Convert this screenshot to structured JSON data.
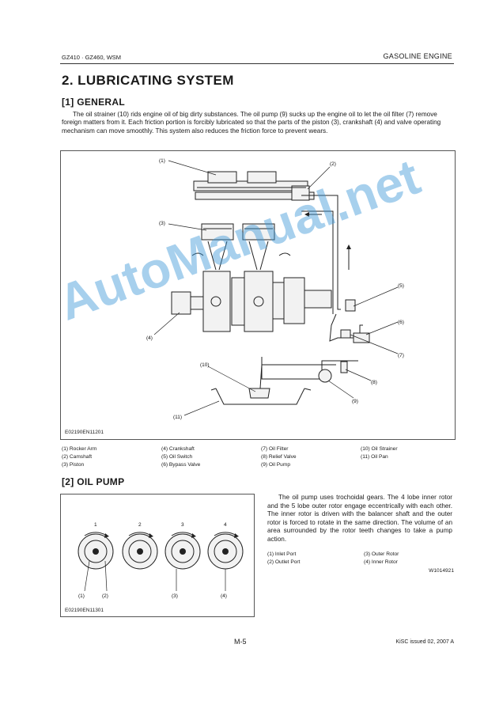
{
  "header": {
    "left": "GZ410 · GZ460, WSM",
    "right": "GASOLINE ENGINE"
  },
  "title": "2.  LUBRICATING  SYSTEM",
  "section1": {
    "heading": "[1]  GENERAL",
    "body": "The oil strainer (10) rids engine oil of big dirty substances.  The oil pump (9) sucks up the engine oil to let the oil filter (7) remove foreign matters from it.  Each friction portion is forcibly lubricated so that the parts of the piston (3), crankshaft (4) and valve operating mechanism can move smoothly.  This system also reduces the friction force to prevent wears.",
    "figure_code": "E02190EN11201",
    "callouts": [
      "(1)",
      "(2)",
      "(3)",
      "(4)",
      "(5)",
      "(6)",
      "(7)",
      "(8)",
      "(9)",
      "(10)",
      "(11)"
    ],
    "legend": [
      "(1)  Rocker Arm",
      "(2)  Camshaft",
      "(3)  Piston",
      "(4)  Crankshaft",
      "(5)  Oil Switch",
      "(6)  Bypass Valve",
      "(7)  Oil Filter",
      "(8)  Relief Valve",
      "(9)  Oil Pump",
      "(10)  Oil Strainer",
      "(11)  Oil Pan"
    ]
  },
  "section2": {
    "heading": "[2]  OIL  PUMP",
    "body": "The oil pump uses trochoidal gears.  The 4 lobe inner rotor and the 5 lobe outer rotor engage eccentrically with each other.  The inner rotor is driven with the balancer shaft and the outer rotor is forced to rotate in the same direction.  The volume of an area surrounded by the rotor teeth changes to take a pump action.",
    "figure_code": "E02190EN11301",
    "stage_numbers": [
      "1",
      "2",
      "3",
      "4"
    ],
    "callouts": [
      "(1)",
      "(2)",
      "(3)",
      "(4)"
    ],
    "legend": [
      "(1)  Inlet Port",
      "(2)  Outlet Port",
      "(3)  Outer Rotor",
      "(4)  Inner Rotor"
    ],
    "reference": "W1014921"
  },
  "footer": {
    "page": "M-5",
    "issue": "KiSC issued 02, 2007 A"
  },
  "watermark": "AutoManual.net",
  "colors": {
    "watermark": "#3c96d7",
    "text": "#1a1a1a",
    "lines": "#222222"
  }
}
